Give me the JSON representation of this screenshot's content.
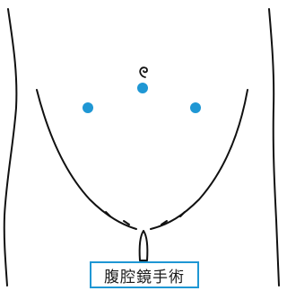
{
  "caption": "腹腔鏡手術",
  "colors": {
    "outline": "#111111",
    "port_marker": "#1f97d4",
    "caption_border": "#1f97d4"
  },
  "ports": [
    {
      "name": "umbilical-port"
    },
    {
      "name": "left-port"
    },
    {
      "name": "right-port"
    }
  ]
}
